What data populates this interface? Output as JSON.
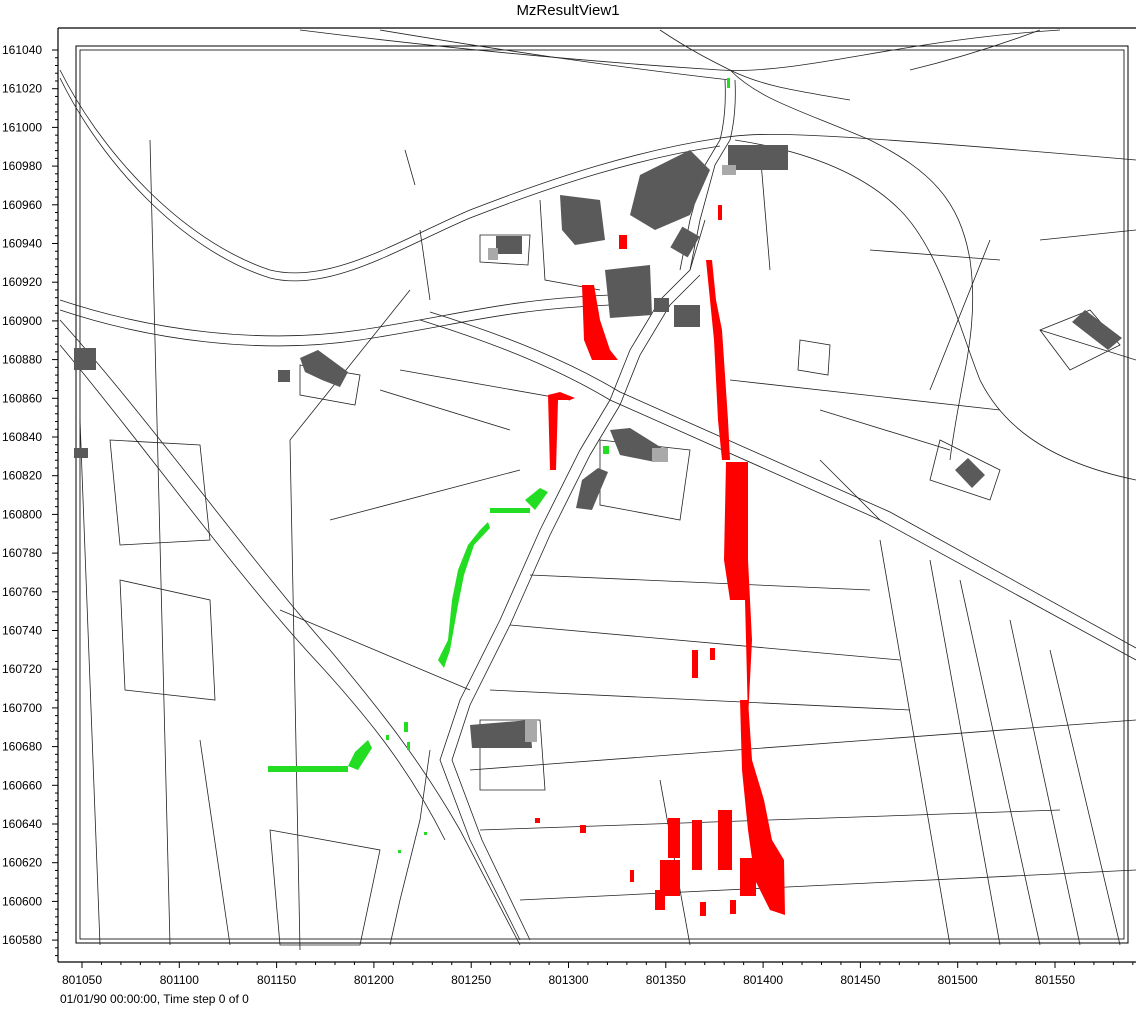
{
  "window": {
    "title": "MzResultView1"
  },
  "status": {
    "text": "01/01/90 00:00:00, Time step 0 of 0"
  },
  "colors": {
    "building": "#5a5a5a",
    "building_light": "#a9a9a9",
    "red_result": "#ff0000",
    "green_result": "#22dd22",
    "lines": "#000000"
  },
  "axes": {
    "y_ticks": [
      "161040",
      "161020",
      "161000",
      "160980",
      "160960",
      "160940",
      "160920",
      "160900",
      "160880",
      "160860",
      "160840",
      "160820",
      "160800",
      "160780",
      "160760",
      "160740",
      "160720",
      "160700",
      "160680",
      "160660",
      "160640",
      "160620",
      "160600",
      "160580"
    ],
    "x_ticks": [
      "801050",
      "801100",
      "801150",
      "801200",
      "801250",
      "801300",
      "801350",
      "801400",
      "801450",
      "801500",
      "801550"
    ]
  }
}
